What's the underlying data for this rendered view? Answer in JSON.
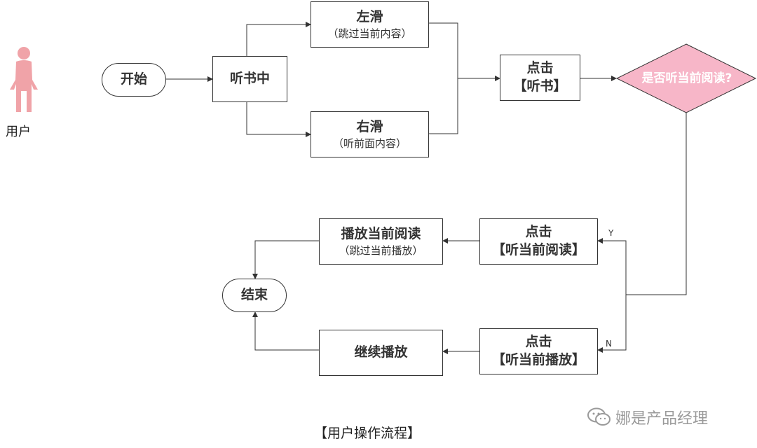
{
  "actor": {
    "label": "用户",
    "icon": "person-female-icon",
    "color": "#f0a3a8"
  },
  "nodes": {
    "start": {
      "label": "开始"
    },
    "listening": {
      "label": "听书中"
    },
    "swipe_left": {
      "label": "左滑",
      "sub": "（跳过当前内容）"
    },
    "swipe_right": {
      "label": "右滑",
      "sub": "（听前面内容）"
    },
    "click_listen": {
      "label": "点击",
      "sub": "【听书】"
    },
    "decision": {
      "label": "是否听当前阅读?",
      "color": "#f7b6c8"
    },
    "click_current_read": {
      "label": "点击",
      "sub": "【听当前阅读】"
    },
    "play_current_read": {
      "label": "播放当前阅读",
      "sub": "（跳过当前播放）"
    },
    "click_current_play": {
      "label": "点击",
      "sub": "【听当前播放】"
    },
    "continue_play": {
      "label": "继续播放"
    },
    "end": {
      "label": "结束"
    }
  },
  "edge_labels": {
    "yes": "Y",
    "no": "N"
  },
  "caption": "【用户操作流程】",
  "watermark": {
    "text": "娜是产品经理",
    "icon": "wechat-icon"
  }
}
